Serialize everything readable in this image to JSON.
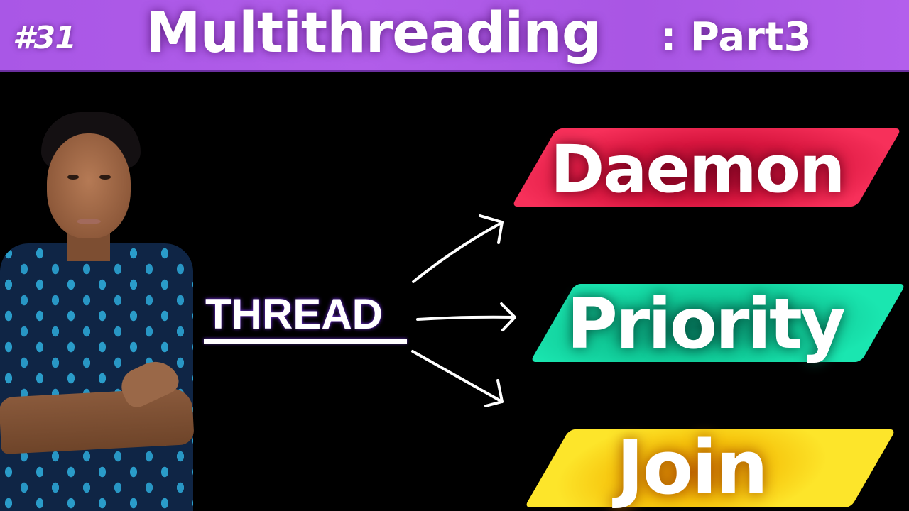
{
  "header": {
    "episode": "#31",
    "title": "Multithreading",
    "subtitle": ": Part3",
    "background_color": "#ad5ae8"
  },
  "presenter": {
    "description": "presenter photo, arms crossed, blue patterned shirt"
  },
  "diagram": {
    "source_label": "THREAD",
    "arrows": [
      "arrow-to-daemon",
      "arrow-to-priority",
      "arrow-to-join"
    ],
    "targets": [
      {
        "label": "Daemon",
        "color": "#e8214c"
      },
      {
        "label": "Priority",
        "color": "#13d6a2"
      },
      {
        "label": "Join",
        "color": "#f8d21a"
      }
    ]
  }
}
